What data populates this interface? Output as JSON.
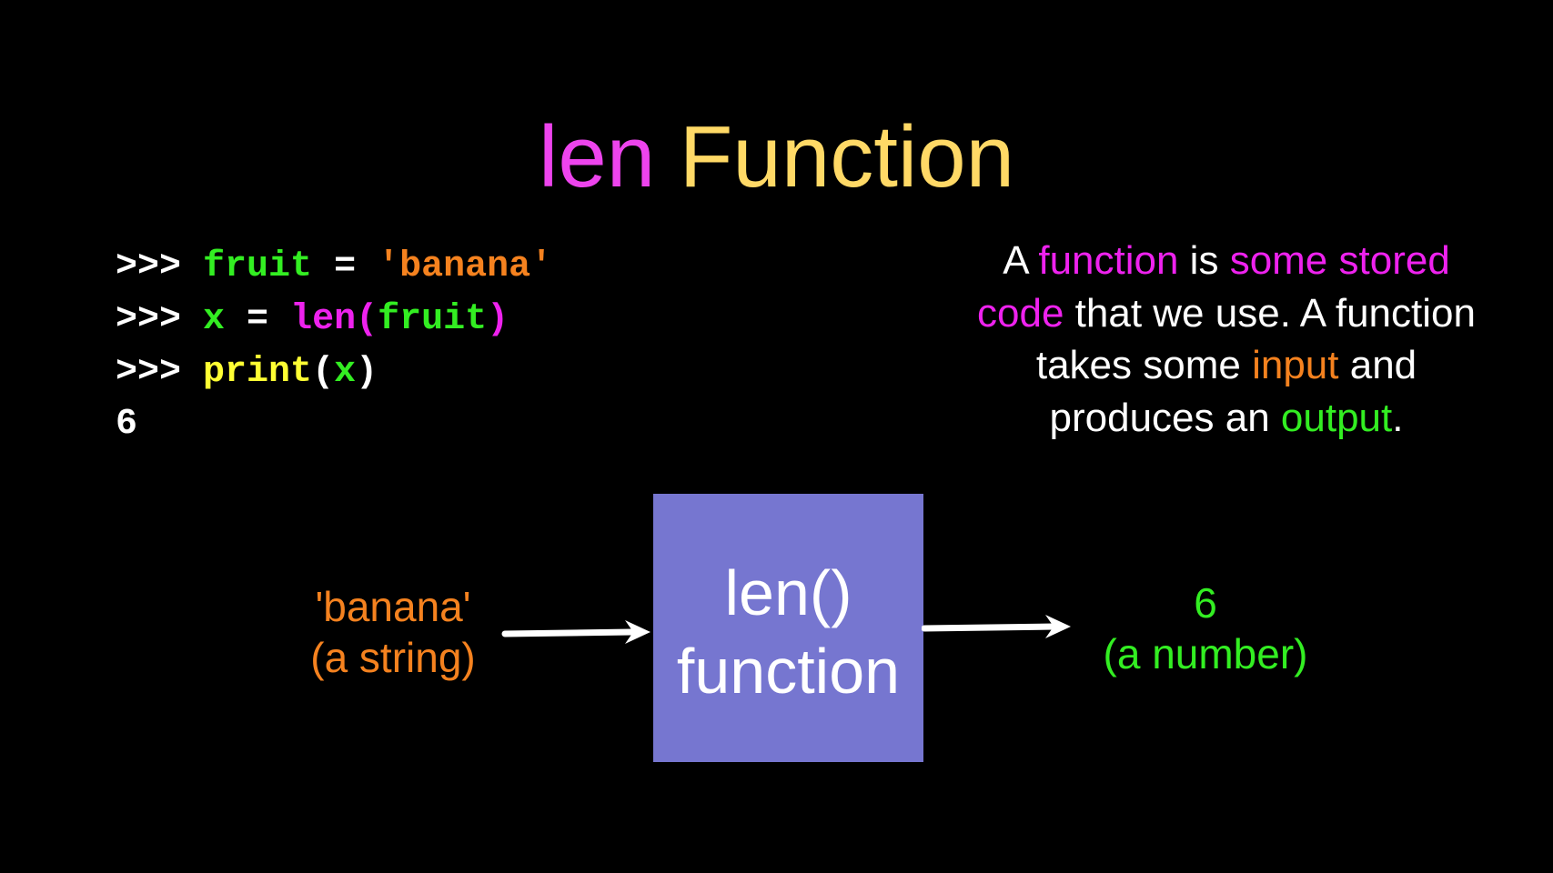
{
  "colors": {
    "background": "#000000",
    "magenta": "#ee22ee",
    "title_yellow": "#ffd966",
    "green": "#33ee22",
    "orange": "#f5821f",
    "yellow": "#ffff33",
    "white": "#ffffff",
    "box": "#7676d0"
  },
  "title": {
    "part1": "len",
    "part2": "Function"
  },
  "code": {
    "prompt": ">>>",
    "line1": {
      "var": "fruit",
      "op": " = ",
      "str": "'banana'"
    },
    "line2": {
      "var": "x",
      "op": " = ",
      "func": "len",
      "open": "(",
      "arg": "fruit",
      "close": ")"
    },
    "line3": {
      "func": "print",
      "open": "(",
      "arg": "x",
      "close": ")"
    },
    "output": "6"
  },
  "paragraph": {
    "s1": "A ",
    "s2": "function",
    "s3": " is ",
    "s4": "some stored code",
    "s5": " that we use. A function takes some ",
    "s6": "input",
    "s7": " and produces an ",
    "s8": "output",
    "s9": "."
  },
  "diagram": {
    "input_value": "'banana'",
    "input_type": "(a string)",
    "box_line1": "len()",
    "box_line2": "function",
    "output_value": "6",
    "output_type": "(a number)",
    "arrow_icon": "right-arrow-icon"
  }
}
